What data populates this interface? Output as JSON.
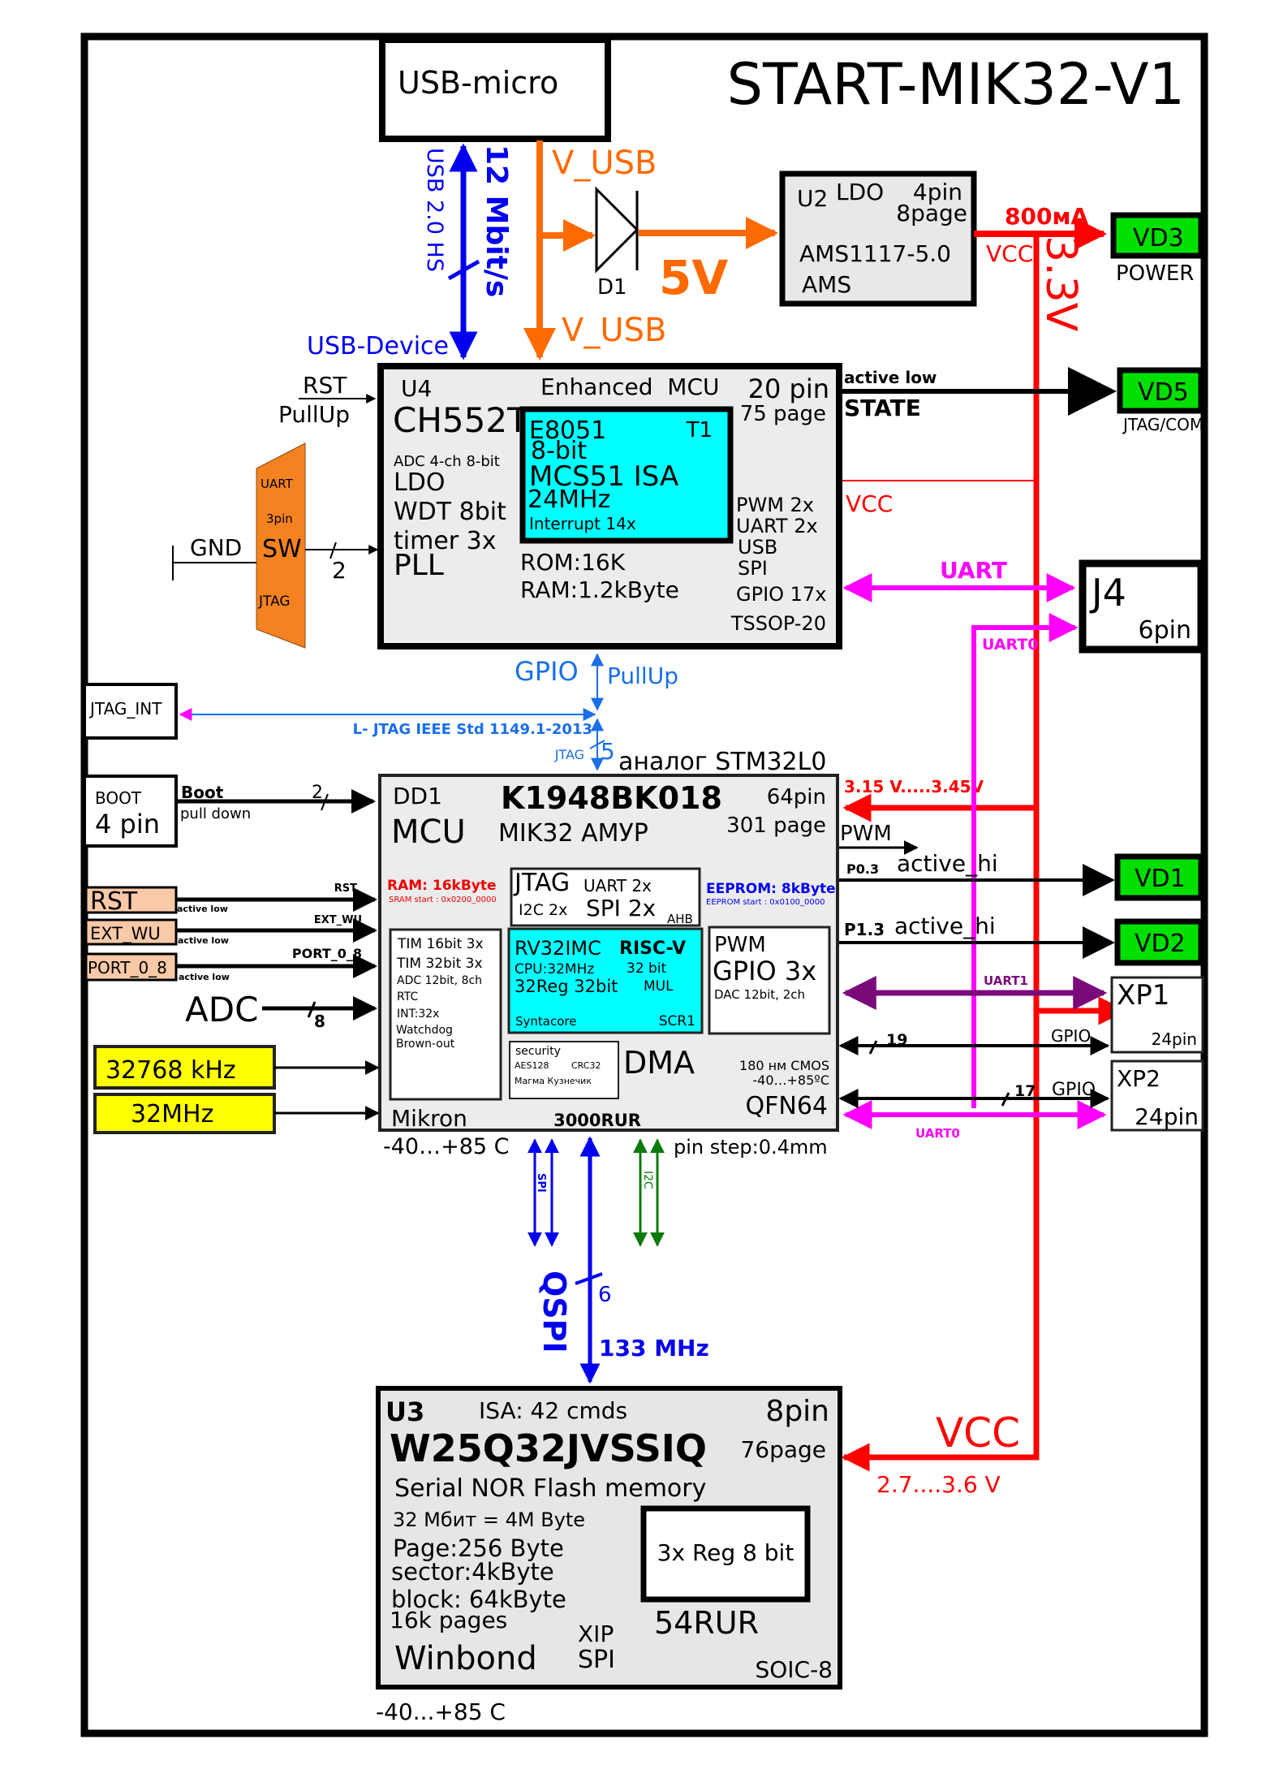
{
  "title": "START-MIK32-V1",
  "colors": {
    "usb_blue": "#0000ee",
    "power_orange": "#ff6a00",
    "power_red": "#ff0000",
    "uart_magenta": "#ff00ff",
    "uart1_purple": "#7a0a7a",
    "jtag_blue": "#1a6fe8",
    "i2c_green": "#0a7a0a",
    "led_green": "#00e000",
    "chip_fill": "#ececec",
    "core_cyan": "#00ffff",
    "crystal_yellow": "#ffff00",
    "pin_peach": "#f9c9a8",
    "switch_orange": "#f58220"
  },
  "usb_micro": {
    "label": "USB-micro"
  },
  "usb_link": {
    "left_label": "USB 2.0 HS",
    "right_label": "12 Mbit/s",
    "bottom_label": "USB-Device"
  },
  "vusb": {
    "top_label": "V_USB",
    "bottom_label": "V_USB"
  },
  "diode": {
    "ref": "D1",
    "voltage_label": "5V"
  },
  "u2": {
    "ref": "U2",
    "type": "LDO",
    "pins": "4pin",
    "pages": "8page",
    "part": "AMS1117-5.0",
    "maker": "AMS"
  },
  "vcc_out": {
    "current": "800мА",
    "net": "VCC",
    "voltage": "3.3V"
  },
  "vd3": {
    "ref": "VD3",
    "label": "POWER"
  },
  "vd5": {
    "ref": "VD5",
    "label": "JTAG/COM",
    "signal_top": "active low",
    "signal_bottom": "STATE"
  },
  "u4": {
    "ref": "U4",
    "part": "CH552T",
    "desc": "Enhanced  MCU",
    "pins": "20 pin",
    "pages": "75 page",
    "features_left": [
      "ADC 4-ch 8-bit",
      "LDO",
      "WDT 8bit",
      "timer 3x",
      "PLL"
    ],
    "core": {
      "name": "E8051",
      "tag": "T1",
      "bits": "8-bit",
      "isa": "MCS51 ISA",
      "freq": "24MHz",
      "interrupts": "Interrupt 14x"
    },
    "memory": [
      "ROM:16K",
      "RAM:1.2kByte"
    ],
    "features_right": [
      "PWM 2x",
      "UART 2x",
      "USB",
      "SPI",
      "GPIO 17x"
    ],
    "package": "TSSOP-20"
  },
  "rst_u4": {
    "label_top": "RST",
    "label_bottom": "PullUp"
  },
  "sw": {
    "top": "UART",
    "pins": "3pin",
    "name": "SW",
    "bottom": "JTAG",
    "gnd": "GND",
    "bus_width": "2"
  },
  "u4_vcc": {
    "label": "VCC"
  },
  "uart_j4": {
    "label": "UART"
  },
  "j4": {
    "ref": "J4",
    "pins": "6pin"
  },
  "uart0_top": {
    "label": "UART0"
  },
  "gpio_link": {
    "label": "GPIO",
    "pull": "PullUp"
  },
  "jtag_int": {
    "label": "JTAG_INT",
    "std": "L- JTAG IEEE Std 1149.1-2013",
    "jtag_label": "JTAG",
    "width": "5",
    "analog": "аналог STM32L0"
  },
  "boot": {
    "title": "BOOT",
    "pins": "4 pin",
    "signal": "Boot",
    "pull": "pull down",
    "width": "2"
  },
  "pins_left": [
    {
      "box": "RST",
      "arrow": "RST",
      "note": "active low"
    },
    {
      "box": "EXT_WU",
      "arrow": "EXT_WU",
      "note": "active low"
    },
    {
      "box": "PORT_0_8",
      "arrow": "PORT_0_8",
      "note": "active low"
    }
  ],
  "adc": {
    "label": "ADC",
    "width": "8"
  },
  "crystals": [
    "32768 kHz",
    "32MHz"
  ],
  "dd1": {
    "ref": "DD1",
    "kind": "MCU",
    "part": "K1948BK018",
    "name": "MIK32 АМУР",
    "pins": "64pin",
    "pages": "301 page",
    "ram": "RAM: 16kByte",
    "ram_start": "SRAM  start : 0x0200_0000",
    "eeprom": "EEPROM: 8kByte",
    "eeprom_start": "EEPROM start : 0x0100_0000",
    "periph": {
      "jtag": "JTAG",
      "uart": "UART 2x",
      "i2c": "I2C 2x",
      "spi": "SPI 2x",
      "bus": "AHB"
    },
    "timers": [
      "TIM 16bit 3x",
      "TIM 32bit 3x",
      "ADC 12bit, 8ch",
      "RTC",
      "INT:32x",
      "Watchdog",
      "Brown-out"
    ],
    "core": {
      "isa": "RV32IMC",
      "arch": "RISC-V",
      "cpu": "CPU:32MHz",
      "bits": "32 bit",
      "regs": "32Reg 32bit",
      "mul": "MUL",
      "vendor": "Syntacore",
      "core": "SCR1"
    },
    "gpio": {
      "pwm": "PWM",
      "gpio": "GPIO 3x",
      "dac": "DAC 12bit, 2ch"
    },
    "security": {
      "title": "security",
      "line1a": "AES128",
      "line1b": "CRC32",
      "line2": "Магма Кузнечик"
    },
    "dma": "DMA",
    "process": "180 нм CMOS",
    "temp_range": "-40…+85ºC",
    "package": "QFN64",
    "maker": "Mikron",
    "price": "3000RUR",
    "temp_bottom": "-40…+85 C",
    "pin_step": "pin step:0.4mm"
  },
  "dd1_power": {
    "label": "3.15 V.....3.45V"
  },
  "right_signals": {
    "pwm": "PWM",
    "vd1": {
      "pin": "P0.3",
      "label": "active_hi",
      "ref": "VD1"
    },
    "vd2": {
      "pin": "P1.3",
      "label": "active_hi",
      "ref": "VD2"
    },
    "uart1": "UART1",
    "gpio19": {
      "width": "19",
      "label": "GPIO"
    },
    "gpio17": {
      "width": "17",
      "label": "GPIO"
    },
    "uart0": "UART0"
  },
  "xp1": {
    "ref": "XP1",
    "pins": "24pin"
  },
  "xp2": {
    "ref": "XP2",
    "pins": "24pin"
  },
  "buses_down": {
    "spi": "SPI",
    "i2c": "I2C",
    "qspi": "QSPI",
    "qspi_width": "6",
    "qspi_freq": "133 MHz"
  },
  "u3": {
    "ref": "U3",
    "isa": "ISA: 42 cmds",
    "pins": "8pin",
    "part": "W25Q32JVSSIQ",
    "pages": "76page",
    "desc": "Serial NOR Flash memory",
    "specs": [
      "32 Мбит = 4M Byte",
      "Page:256 Byte",
      "sector:4kByte",
      "block: 64kByte",
      "16k pages"
    ],
    "reg": "3x Reg 8 bit",
    "price": "54RUR",
    "xip": "XIP",
    "spi": "SPI",
    "maker": "Winbond",
    "package": "SOIC-8",
    "temp": "-40...+85 C"
  },
  "u3_vcc": {
    "net": "VCC",
    "range": "2.7....3.6 V"
  }
}
